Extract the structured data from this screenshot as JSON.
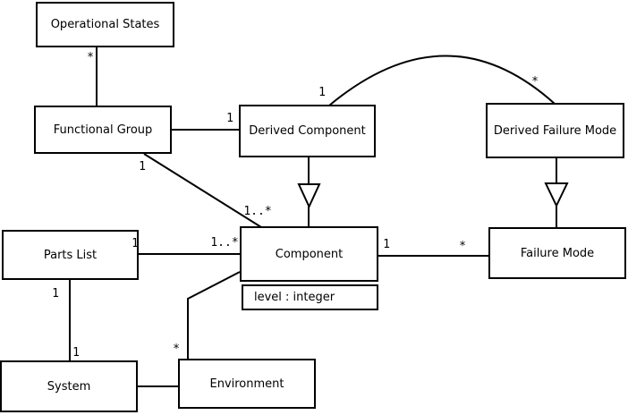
{
  "colors": {
    "line": "#000000",
    "box_fill": "#ffffff",
    "background": "#ffffff",
    "text": "#000000"
  },
  "classes": {
    "operational_states": {
      "label": "Operational States"
    },
    "functional_group": {
      "label": "Functional Group"
    },
    "derived_component": {
      "label": "Derived Component"
    },
    "derived_failure_mode": {
      "label": "Derived Failure Mode"
    },
    "parts_list": {
      "label": "Parts List"
    },
    "component": {
      "label": "Component",
      "attribute": "level : integer"
    },
    "failure_mode": {
      "label": "Failure Mode"
    },
    "system": {
      "label": "System"
    },
    "environment": {
      "label": "Environment"
    }
  },
  "multiplicities": {
    "os_fg_star": "*",
    "fg_dc_one": "1",
    "dc_curve_one": "1",
    "dfm_curve_star": "*",
    "fg_component_one": "1",
    "fg_component_many": "1..*",
    "pl_component_one": "1",
    "pl_component_many": "1..*",
    "component_fm_one": "1",
    "component_fm_star": "*",
    "pl_system_top_one": "1",
    "pl_system_bottom_one": "1",
    "env_component_star": "*"
  }
}
